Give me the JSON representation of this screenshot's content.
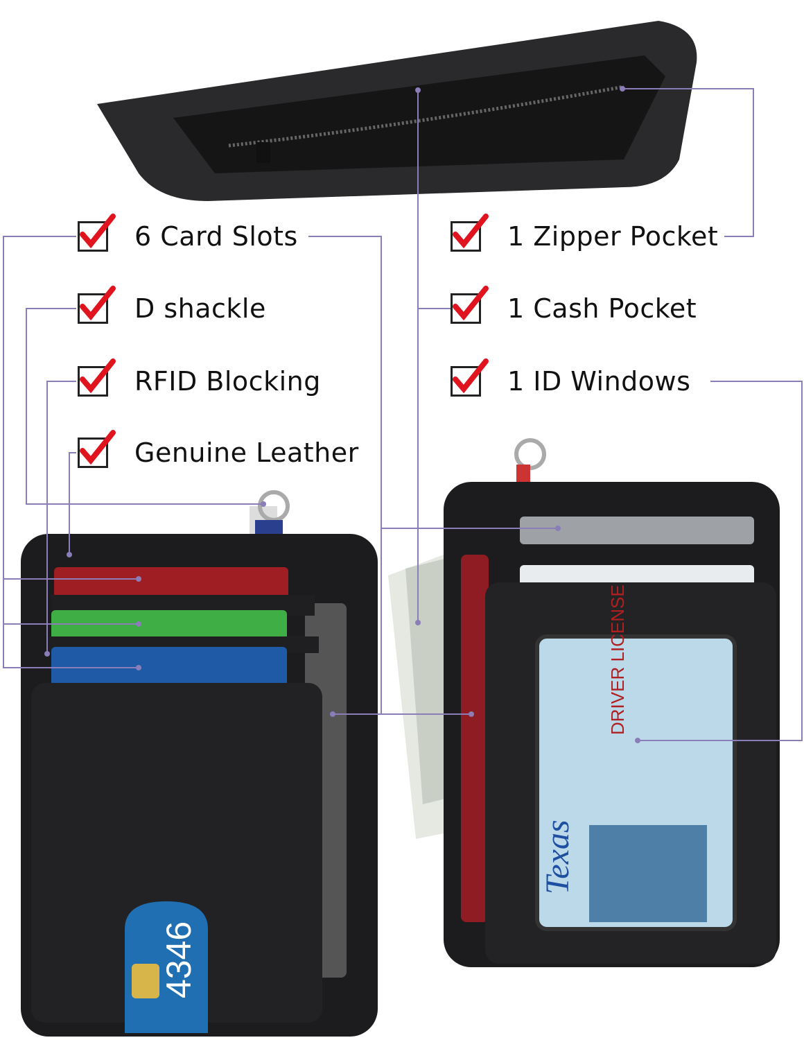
{
  "features_left": [
    {
      "label": "6 Card Slots"
    },
    {
      "label": "D shackle"
    },
    {
      "label": "RFID Blocking"
    },
    {
      "label": "Genuine Leather"
    }
  ],
  "features_right": [
    {
      "label": "1 Zipper Pocket"
    },
    {
      "label": "1 Cash Pocket"
    },
    {
      "label": "1 ID Windows"
    }
  ],
  "cards": {
    "front_card_number": "4346",
    "id_card_state": "Texas",
    "id_card_title": "DRIVER LICENSE"
  },
  "colors": {
    "leader_line": "#8a7db8",
    "check": "#e0141e",
    "leather": "#1b1b1d"
  },
  "icons": [
    "checkbox-checked-icon"
  ]
}
